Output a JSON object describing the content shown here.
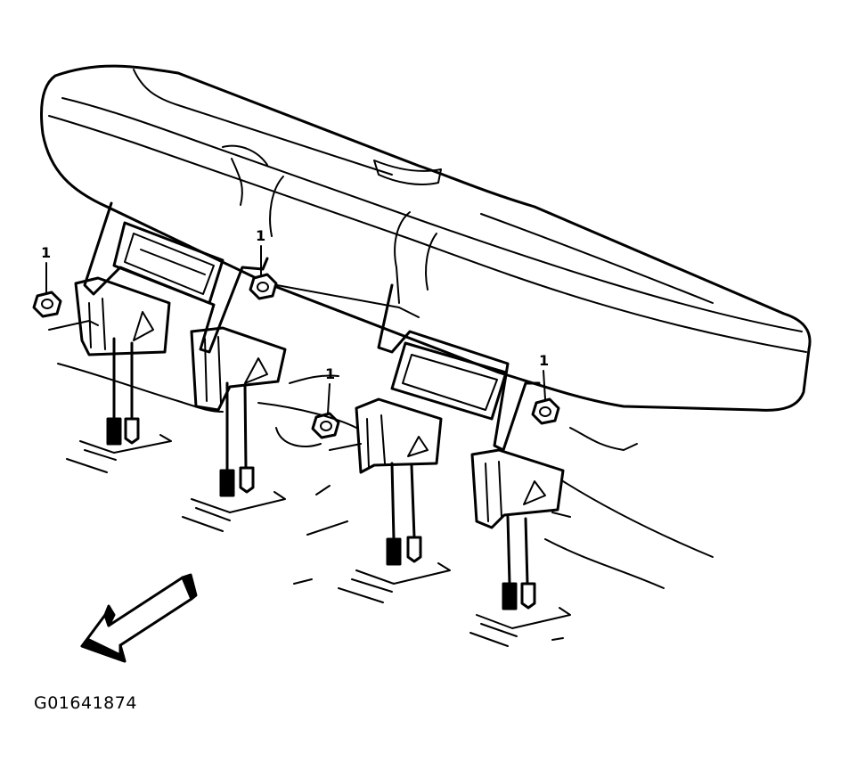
{
  "figure_id": "G01641874",
  "callouts": [
    "1",
    "1",
    "1",
    "1"
  ],
  "colors": {
    "line": "#000000",
    "background": "#ffffff"
  },
  "icons": [
    "front-direction-arrow-icon"
  ]
}
